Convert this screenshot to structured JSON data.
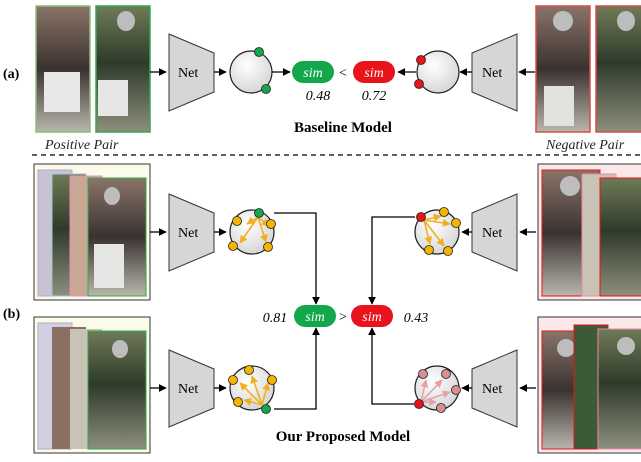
{
  "panel_a": {
    "label": "(a)",
    "net_label_left": "Net",
    "net_label_right": "Net",
    "sim_left": "sim",
    "sim_right": "sim",
    "comparator": "<",
    "score_left": "0.48",
    "score_right": "0.72",
    "title": "Baseline Model",
    "positive_caption": "Positive Pair",
    "negative_caption": "Negative Pair"
  },
  "panel_b": {
    "label": "(b)",
    "net_labels": [
      "Net",
      "Net",
      "Net",
      "Net"
    ],
    "sim_left": "sim",
    "sim_right": "sim",
    "comparator": ">",
    "score_left": "0.81",
    "score_right": "0.43",
    "title": "Our Proposed Model"
  },
  "colors": {
    "positive": "#13a74b",
    "negative": "#e8131b",
    "node_orange": "#f4b400",
    "arrow_orange": "#f0b020",
    "node_pink": "#d98f8f",
    "arrow_pink": "#e6a3a3",
    "net_fill": "#d6d6d6"
  }
}
